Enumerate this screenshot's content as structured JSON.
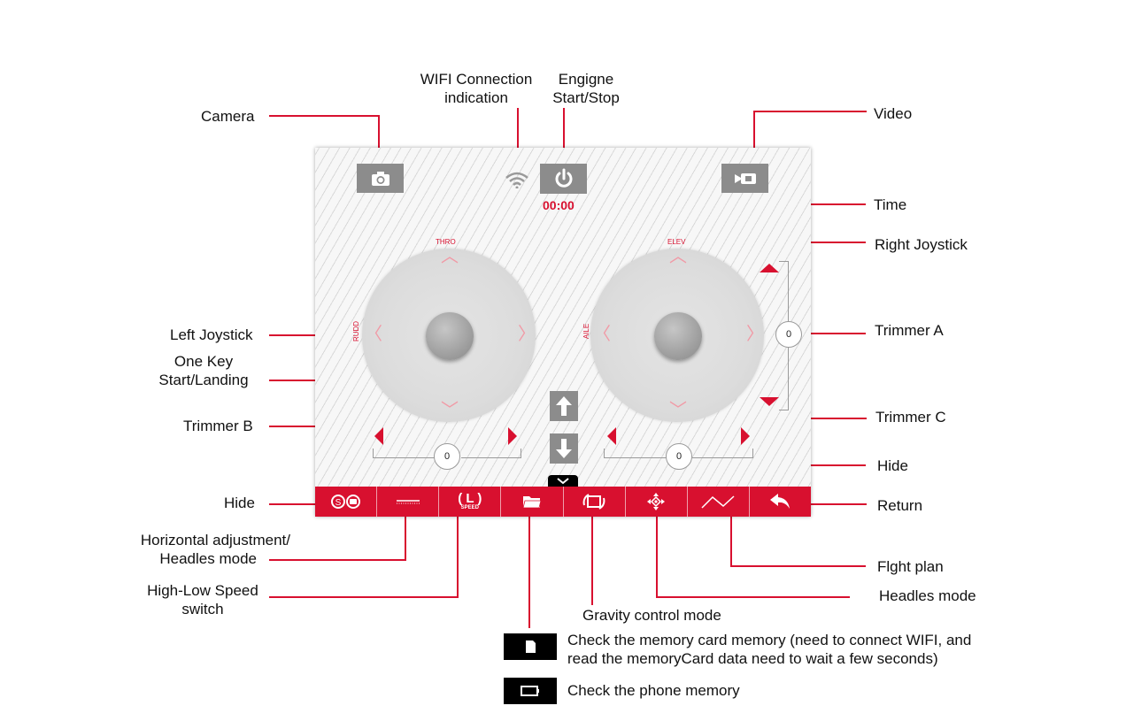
{
  "labels": {
    "wifi": [
      "WIFI Connection",
      "indication"
    ],
    "engine": [
      "Engigne",
      "Start/Stop"
    ],
    "camera": "Camera",
    "video": "Video",
    "time": "Time",
    "right_joystick": "Right Joystick",
    "trimmer_a": "Trimmer A",
    "left_joystick": "Left Joystick",
    "one_key": [
      "One Key",
      "Start/Landing"
    ],
    "trimmer_b": "Trimmer B",
    "trimmer_c": "Trimmer C",
    "hide_right": "Hide",
    "hide_left": "Hide",
    "return": "Return",
    "horizontal": [
      "Horizontal adjustment/",
      "Headles mode"
    ],
    "flight_plan": "Flght plan",
    "speed": [
      "High-Low Speed",
      "switch"
    ],
    "headles": "Headles mode",
    "gravity": "Gravity control mode"
  },
  "screen": {
    "time_display": "00:00",
    "left_axis_top": "THRO",
    "left_axis_side": "RUDD",
    "right_axis_top": "ELEV",
    "right_axis_side": "AILE",
    "trimmer_a_value": "0",
    "trimmer_b_value": "0",
    "trimmer_c_value": "0",
    "speed_sub": "SPEED",
    "speed_letter": "L"
  },
  "toolbar_icons": [
    "hide-modes-icon",
    "horizontal-adjust-icon",
    "speed-switch-icon",
    "folder-icon",
    "gravity-icon",
    "headless-icon",
    "flight-plan-icon",
    "return-icon"
  ],
  "legend": [
    {
      "icon": "sd-card-icon",
      "text": [
        "Check the memory card memory (need to connect WIFI, and",
        "read the memoryCard data need to wait a few seconds)"
      ]
    },
    {
      "icon": "phone-icon",
      "text": [
        "Check the phone memory"
      ]
    }
  ],
  "colors": {
    "accent": "#d8102f",
    "button_gray": "#8c8c8c"
  }
}
